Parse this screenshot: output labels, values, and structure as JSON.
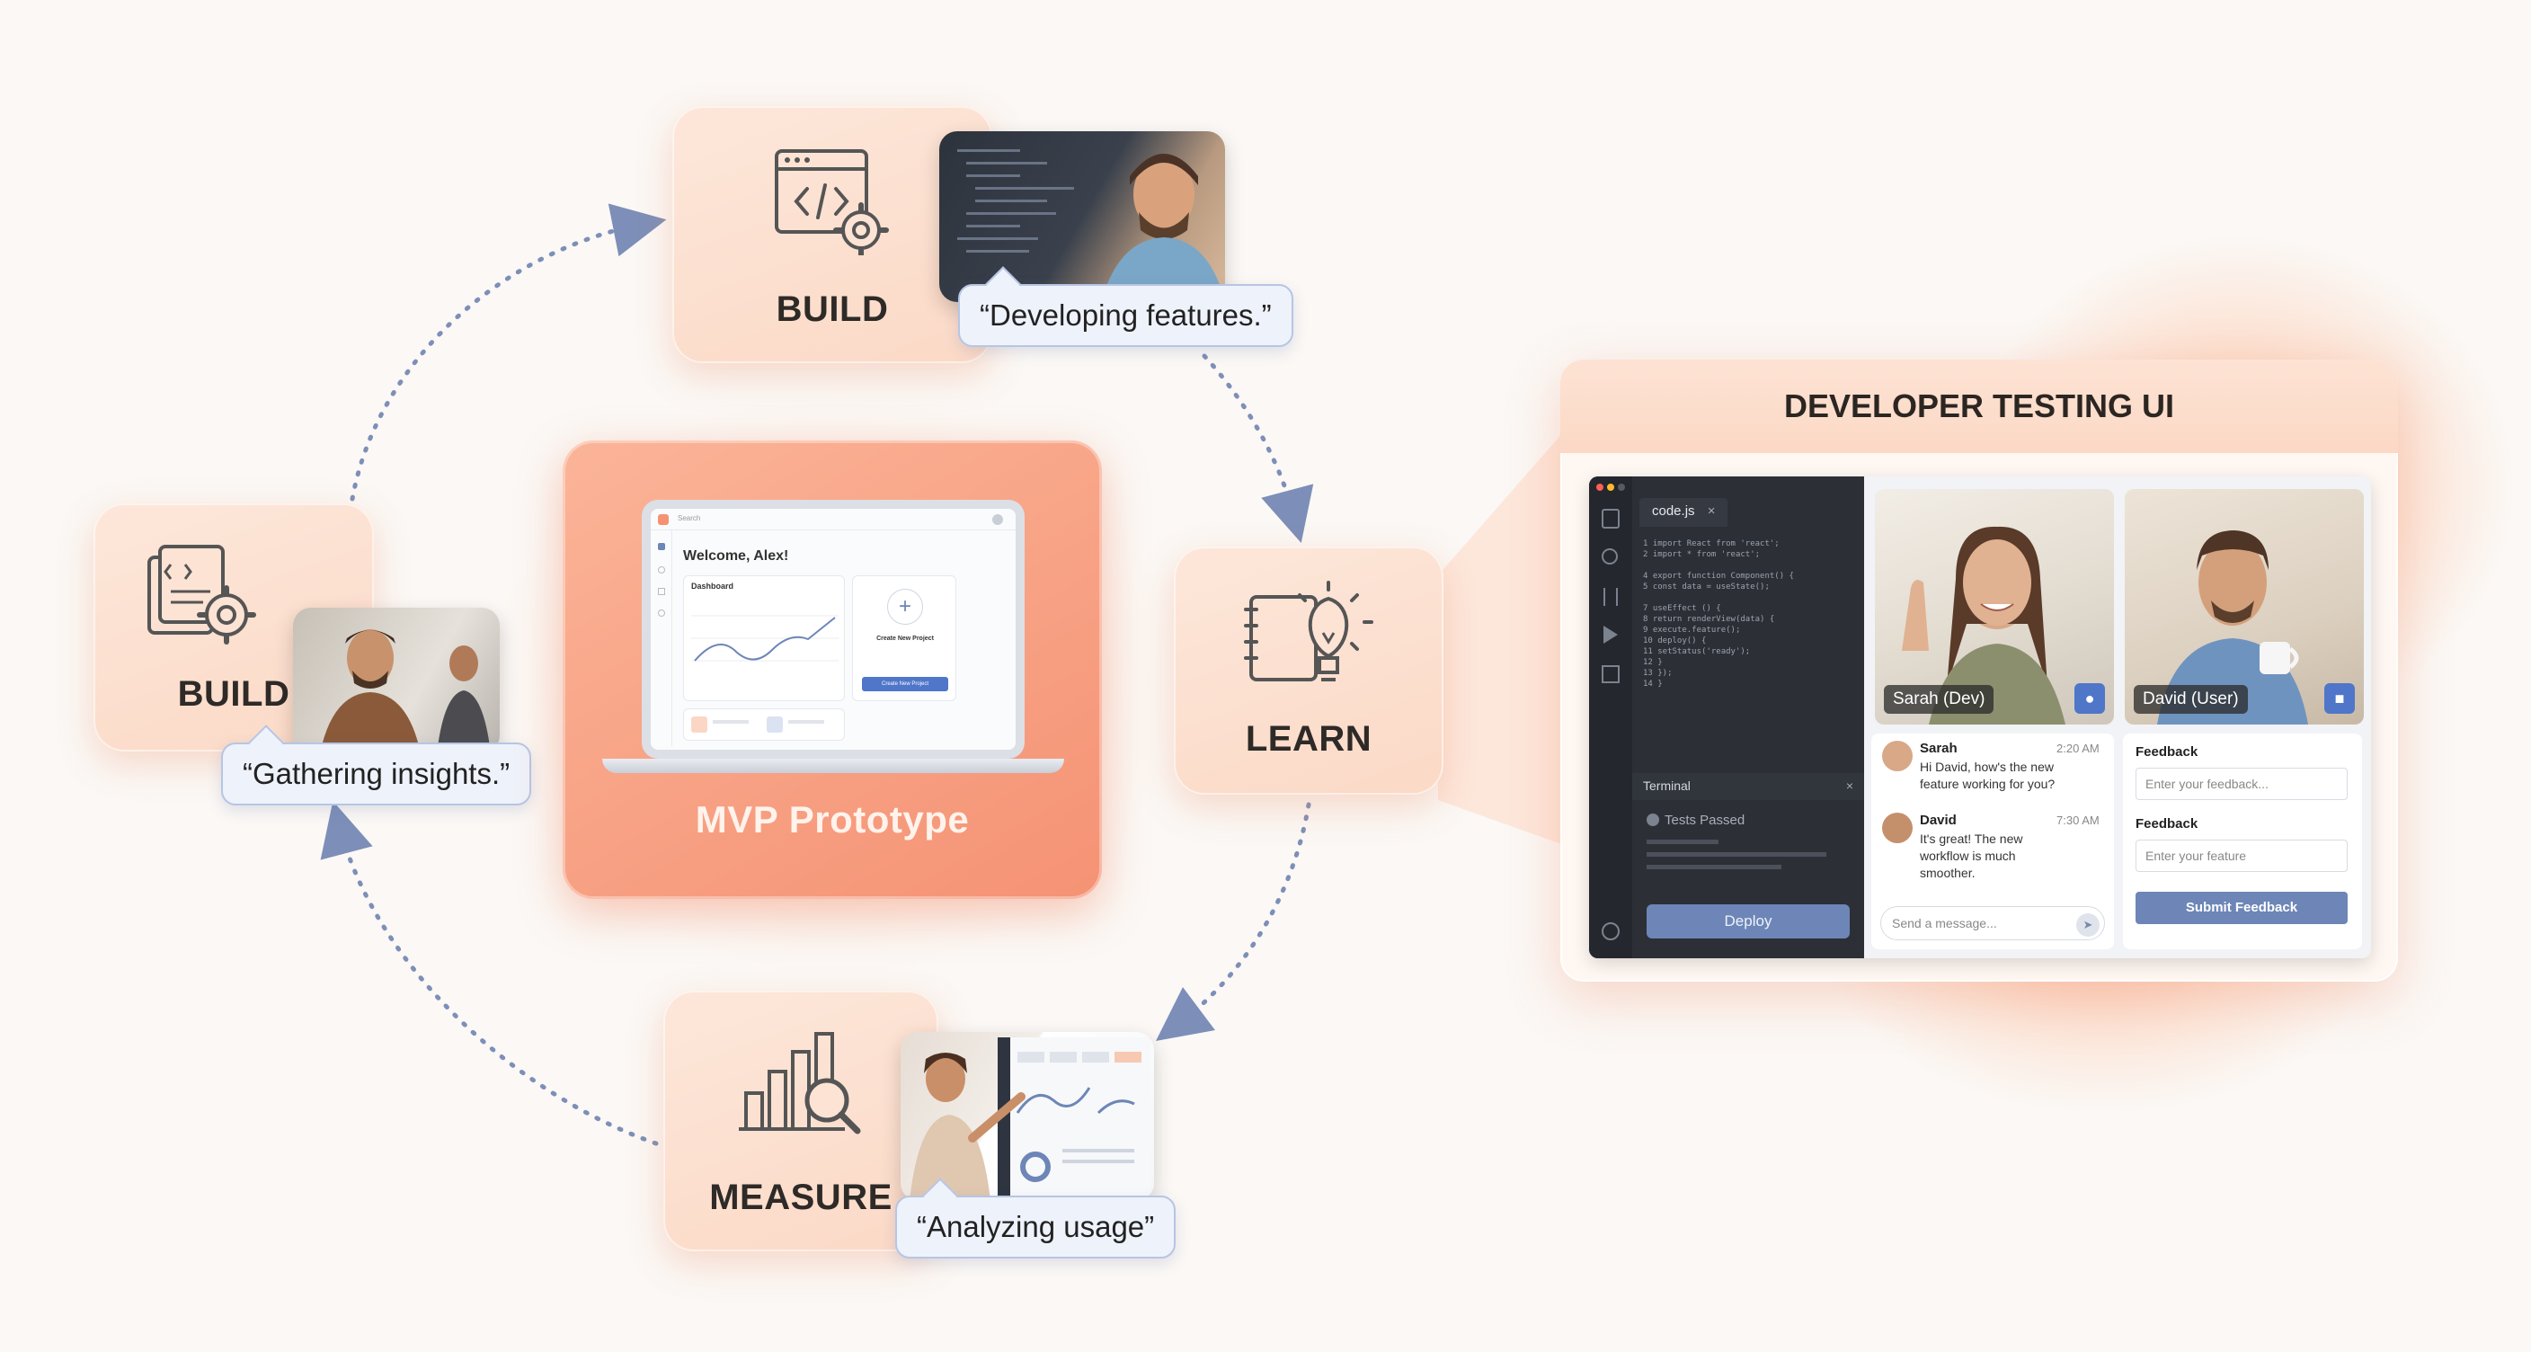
{
  "stages": {
    "build_top": {
      "label": "BUILD",
      "quote": "“Developing features.”"
    },
    "build_left": {
      "label": "BUILD",
      "quote": "“Gathering insights.”"
    },
    "learn": {
      "label": "LEARN"
    },
    "measure": {
      "label": "MEASURE",
      "quote": "“Analyzing usage”"
    }
  },
  "mvp": {
    "title": "MVP Prototype",
    "screen": {
      "search": "Search",
      "welcome": "Welcome, Alex!",
      "dashboard": "Dashboard",
      "create_title": "Create New Project",
      "create_button": "Create New Project"
    }
  },
  "dev_panel": {
    "title": "DEVELOPER TESTING UI",
    "editor": {
      "tab": "code.js",
      "terminal": "Terminal",
      "tests": "Tests Passed",
      "deploy": "Deploy"
    },
    "videos": [
      {
        "name": "Sarah (Dev)"
      },
      {
        "name": "David (User)"
      }
    ],
    "chat": {
      "messages": [
        {
          "author": "Sarah",
          "time": "2:20 AM",
          "text": "Hi David, how's the new feature working for you?"
        },
        {
          "author": "David",
          "time": "7:30 AM",
          "text": "It's great! The new workflow is much smoother."
        }
      ],
      "placeholder": "Send a message..."
    },
    "feedback": {
      "label1": "Feedback",
      "placeholder1": "Enter your feedback...",
      "label2": "Feedback",
      "placeholder2": "Enter your feature",
      "submit": "Submit Feedback"
    }
  },
  "colors": {
    "accent": "#f59274",
    "stage_bg": "#fde7da",
    "bubble_border": "#b7c5e4",
    "button": "#6d86b7",
    "arrow": "#7d8fb8"
  }
}
